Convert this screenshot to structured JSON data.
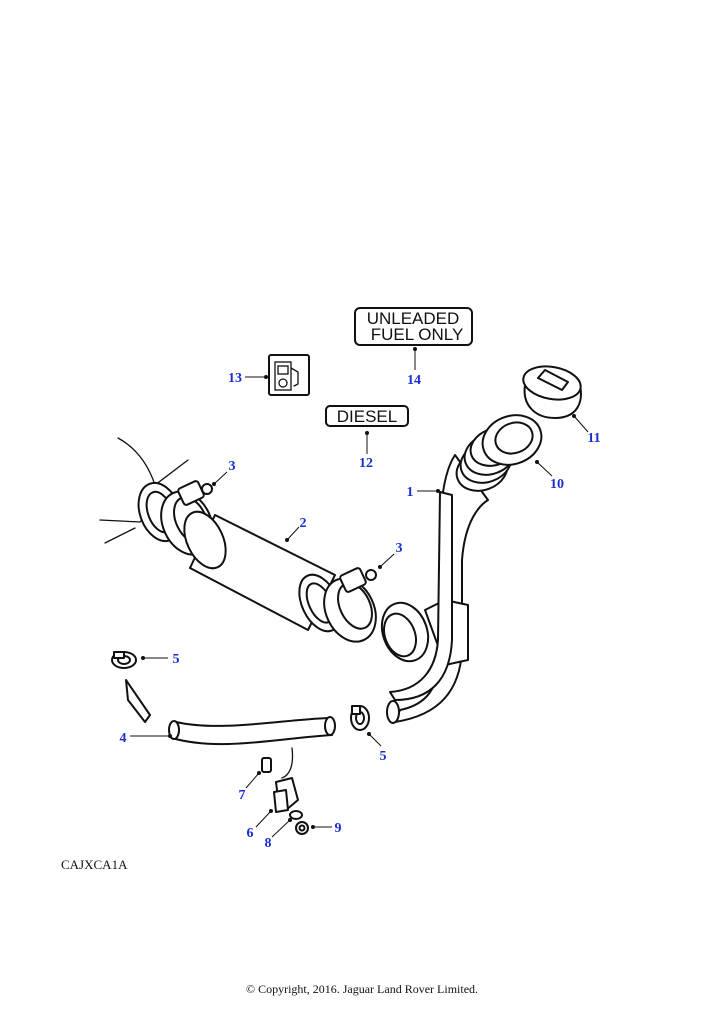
{
  "diagram": {
    "reference_code": "CAJXCA1A",
    "copyright": "© Copyright, 2016. Jaguar Land Rover Limited.",
    "callout_color": "#1a2fd0",
    "labels": {
      "unleaded": [
        "UNLEADED",
        "FUEL ONLY"
      ],
      "diesel": "DIESEL"
    },
    "callouts": {
      "c1": "1",
      "c2": "2",
      "c3a": "3",
      "c3b": "3",
      "c4": "4",
      "c5a": "5",
      "c5b": "5",
      "c6": "6",
      "c7": "7",
      "c8": "8",
      "c9": "9",
      "c10": "10",
      "c11": "11",
      "c12": "12",
      "c13": "13",
      "c14": "14"
    }
  }
}
